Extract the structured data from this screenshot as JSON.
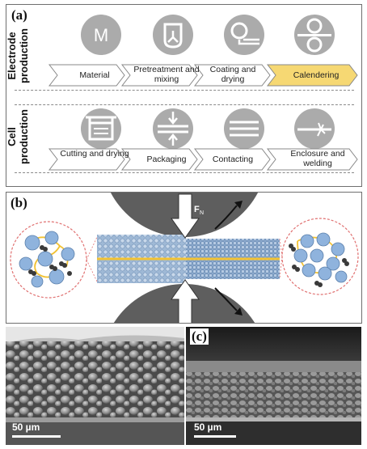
{
  "panel_a": {
    "label": "(a)",
    "row1_title": "Electrode production",
    "row2_title": "Cell production",
    "row1_icons": [
      "material-M-icon",
      "mixer-icon",
      "coating-roll-icon",
      "calender-rolls-icon"
    ],
    "row1_steps": [
      "Material",
      "Pretreatment and mixing",
      "Coating and drying",
      "Calendering"
    ],
    "row2_icons": [
      "cutting-icon",
      "packaging-press-icon",
      "contacting-lines-icon",
      "welding-spark-icon"
    ],
    "row2_steps": [
      "Cutting and drying",
      "Packaging",
      "Contacting",
      "Enclosure and welding"
    ],
    "icon_letter": "M",
    "highlight_step": "Calendering",
    "colors": {
      "icon_gray": "#ababab",
      "highlight": "#f6d873",
      "arrow_fill": "#ffffff"
    }
  },
  "panel_b": {
    "label": "(b)",
    "force_label": "F",
    "force_subscript": "N",
    "colors": {
      "roller": "#5e5e5e",
      "particle": "#8fb3dd",
      "binder": "#f2c233",
      "carbon": "#3a3a3a",
      "zoom_circle": "#e07070"
    }
  },
  "panel_c": {
    "label": "(c)",
    "left_scale": "50 µm",
    "right_scale": "50 µm"
  }
}
